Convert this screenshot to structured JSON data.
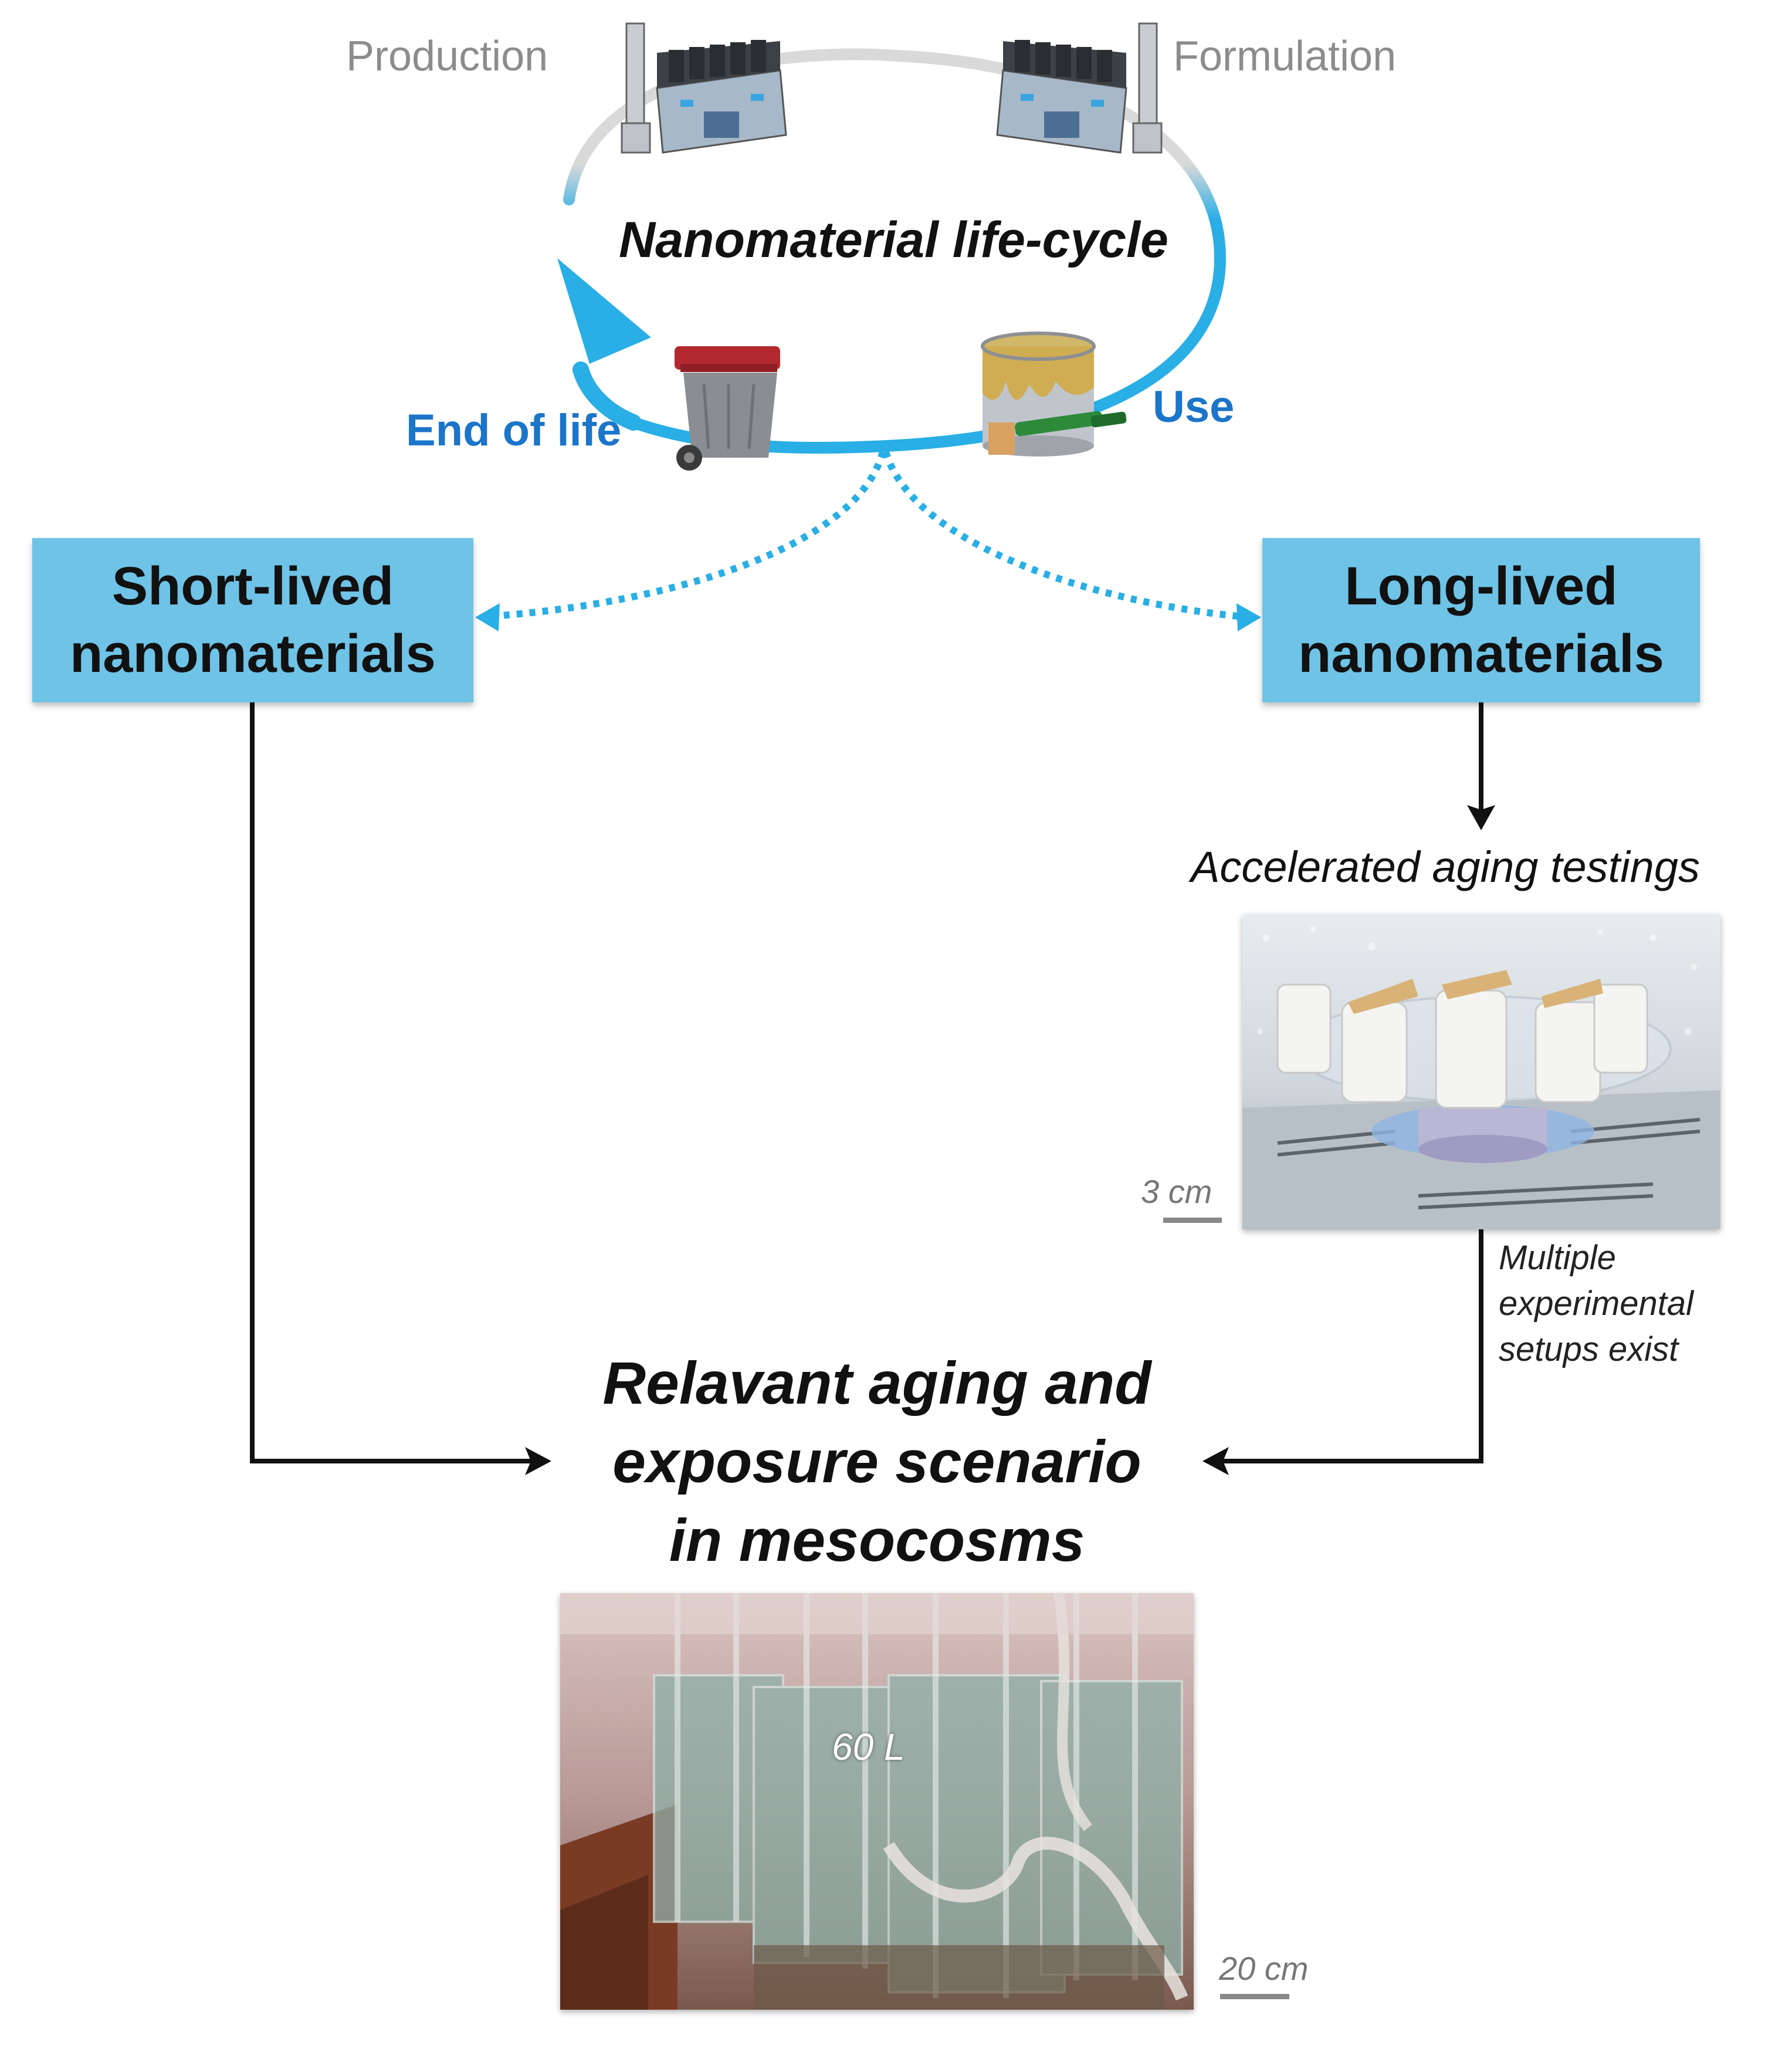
{
  "lifecycle": {
    "title": "Nanomaterial life-cycle",
    "stages": {
      "production": "Production",
      "formulation": "Formulation",
      "use": "Use",
      "end_of_life": "End of life"
    }
  },
  "boxes": {
    "short_lived": {
      "line1": "Short-lived",
      "line2": "nanomaterials"
    },
    "long_lived": {
      "line1": "Long-lived",
      "line2": "nanomaterials"
    }
  },
  "aging": {
    "title": "Accelerated aging testings",
    "scale": "3 cm",
    "note": [
      "Multiple",
      "experimental",
      "setups exist"
    ]
  },
  "scenario": {
    "title": [
      "Relavant aging and",
      "exposure scenario",
      "in mesocosms"
    ],
    "volume": "60 L",
    "scale": "20 cm"
  },
  "colors": {
    "box_fill": "#6ec3e6",
    "cycle_blue": "#29aee6",
    "cycle_gray": "#d9d9d9",
    "stage_blue": "#1b75c9",
    "stage_gray": "#8c8c8c"
  },
  "icons": [
    "factory-icon",
    "factory-icon",
    "paint-can-icon",
    "trash-bin-icon"
  ]
}
